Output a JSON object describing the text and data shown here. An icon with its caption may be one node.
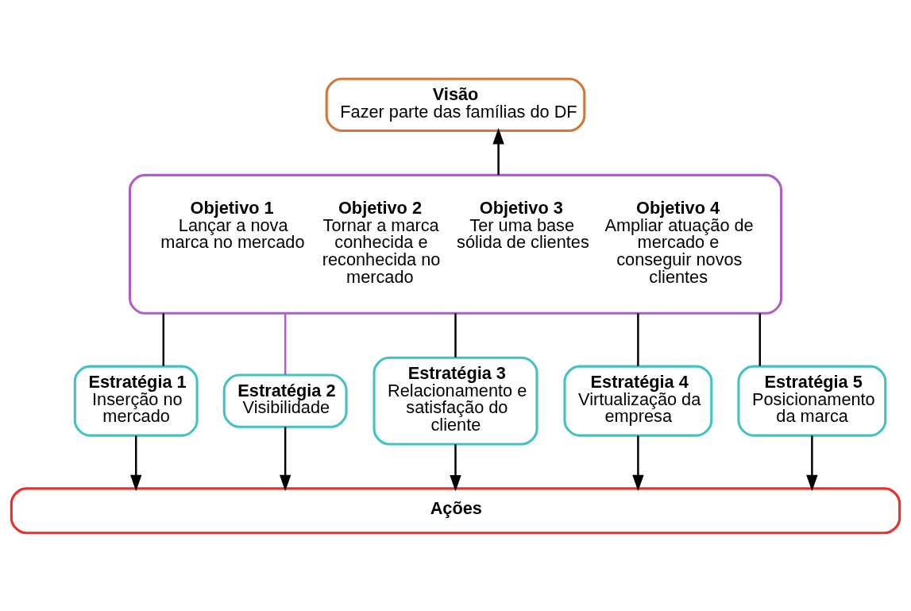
{
  "diagram": {
    "nodes": [
      {
        "text": [
          "Visão",
          "Fazer parte das famílias do DF"
        ]
      },
      {
        "text": [
          "Objetivo 1",
          "Lançar a nova marca no mercado",
          "Objetivo 2",
          "Tornar a marca conhecida e reconhecida no mercado",
          "Objetivo 3",
          "Ter uma base sólida de clientes",
          "Objetivo 4",
          "Ampliar atuação de mercado e conseguir novos clientes"
        ]
      },
      {
        "text": [
          "Estratégia 1",
          "Inserção no mercado"
        ]
      },
      {
        "text": [
          "Estratégia 2",
          "Visibilidade"
        ]
      },
      {
        "text": [
          "Estratégia 3",
          "Relacionamento e satisfação do cliente"
        ]
      },
      {
        "text": [
          "Estratégia 4",
          "Virtualização da empresa"
        ]
      },
      {
        "text": [
          "Estratégia 5",
          "Posicionamento da marca"
        ]
      },
      {
        "text": [
          "Ações"
        ]
      }
    ],
    "edges": [
      {
        "from": 1,
        "to": 0,
        "arrow": "to"
      },
      {
        "from": 1,
        "to": 2,
        "arrow": "none"
      },
      {
        "from": 1,
        "to": 3,
        "arrow": "none",
        "color": "#b25cc9"
      },
      {
        "from": 1,
        "to": 4,
        "arrow": "none"
      },
      {
        "from": 1,
        "to": 5,
        "arrow": "none"
      },
      {
        "from": 1,
        "to": 6,
        "arrow": "none"
      },
      {
        "from": 2,
        "to": 7,
        "arrow": "to"
      },
      {
        "from": 3,
        "to": 7,
        "arrow": "to"
      },
      {
        "from": 4,
        "to": 7,
        "arrow": "to"
      },
      {
        "from": 5,
        "to": 7,
        "arrow": "to"
      },
      {
        "from": 6,
        "to": 7,
        "arrow": "to"
      }
    ]
  }
}
